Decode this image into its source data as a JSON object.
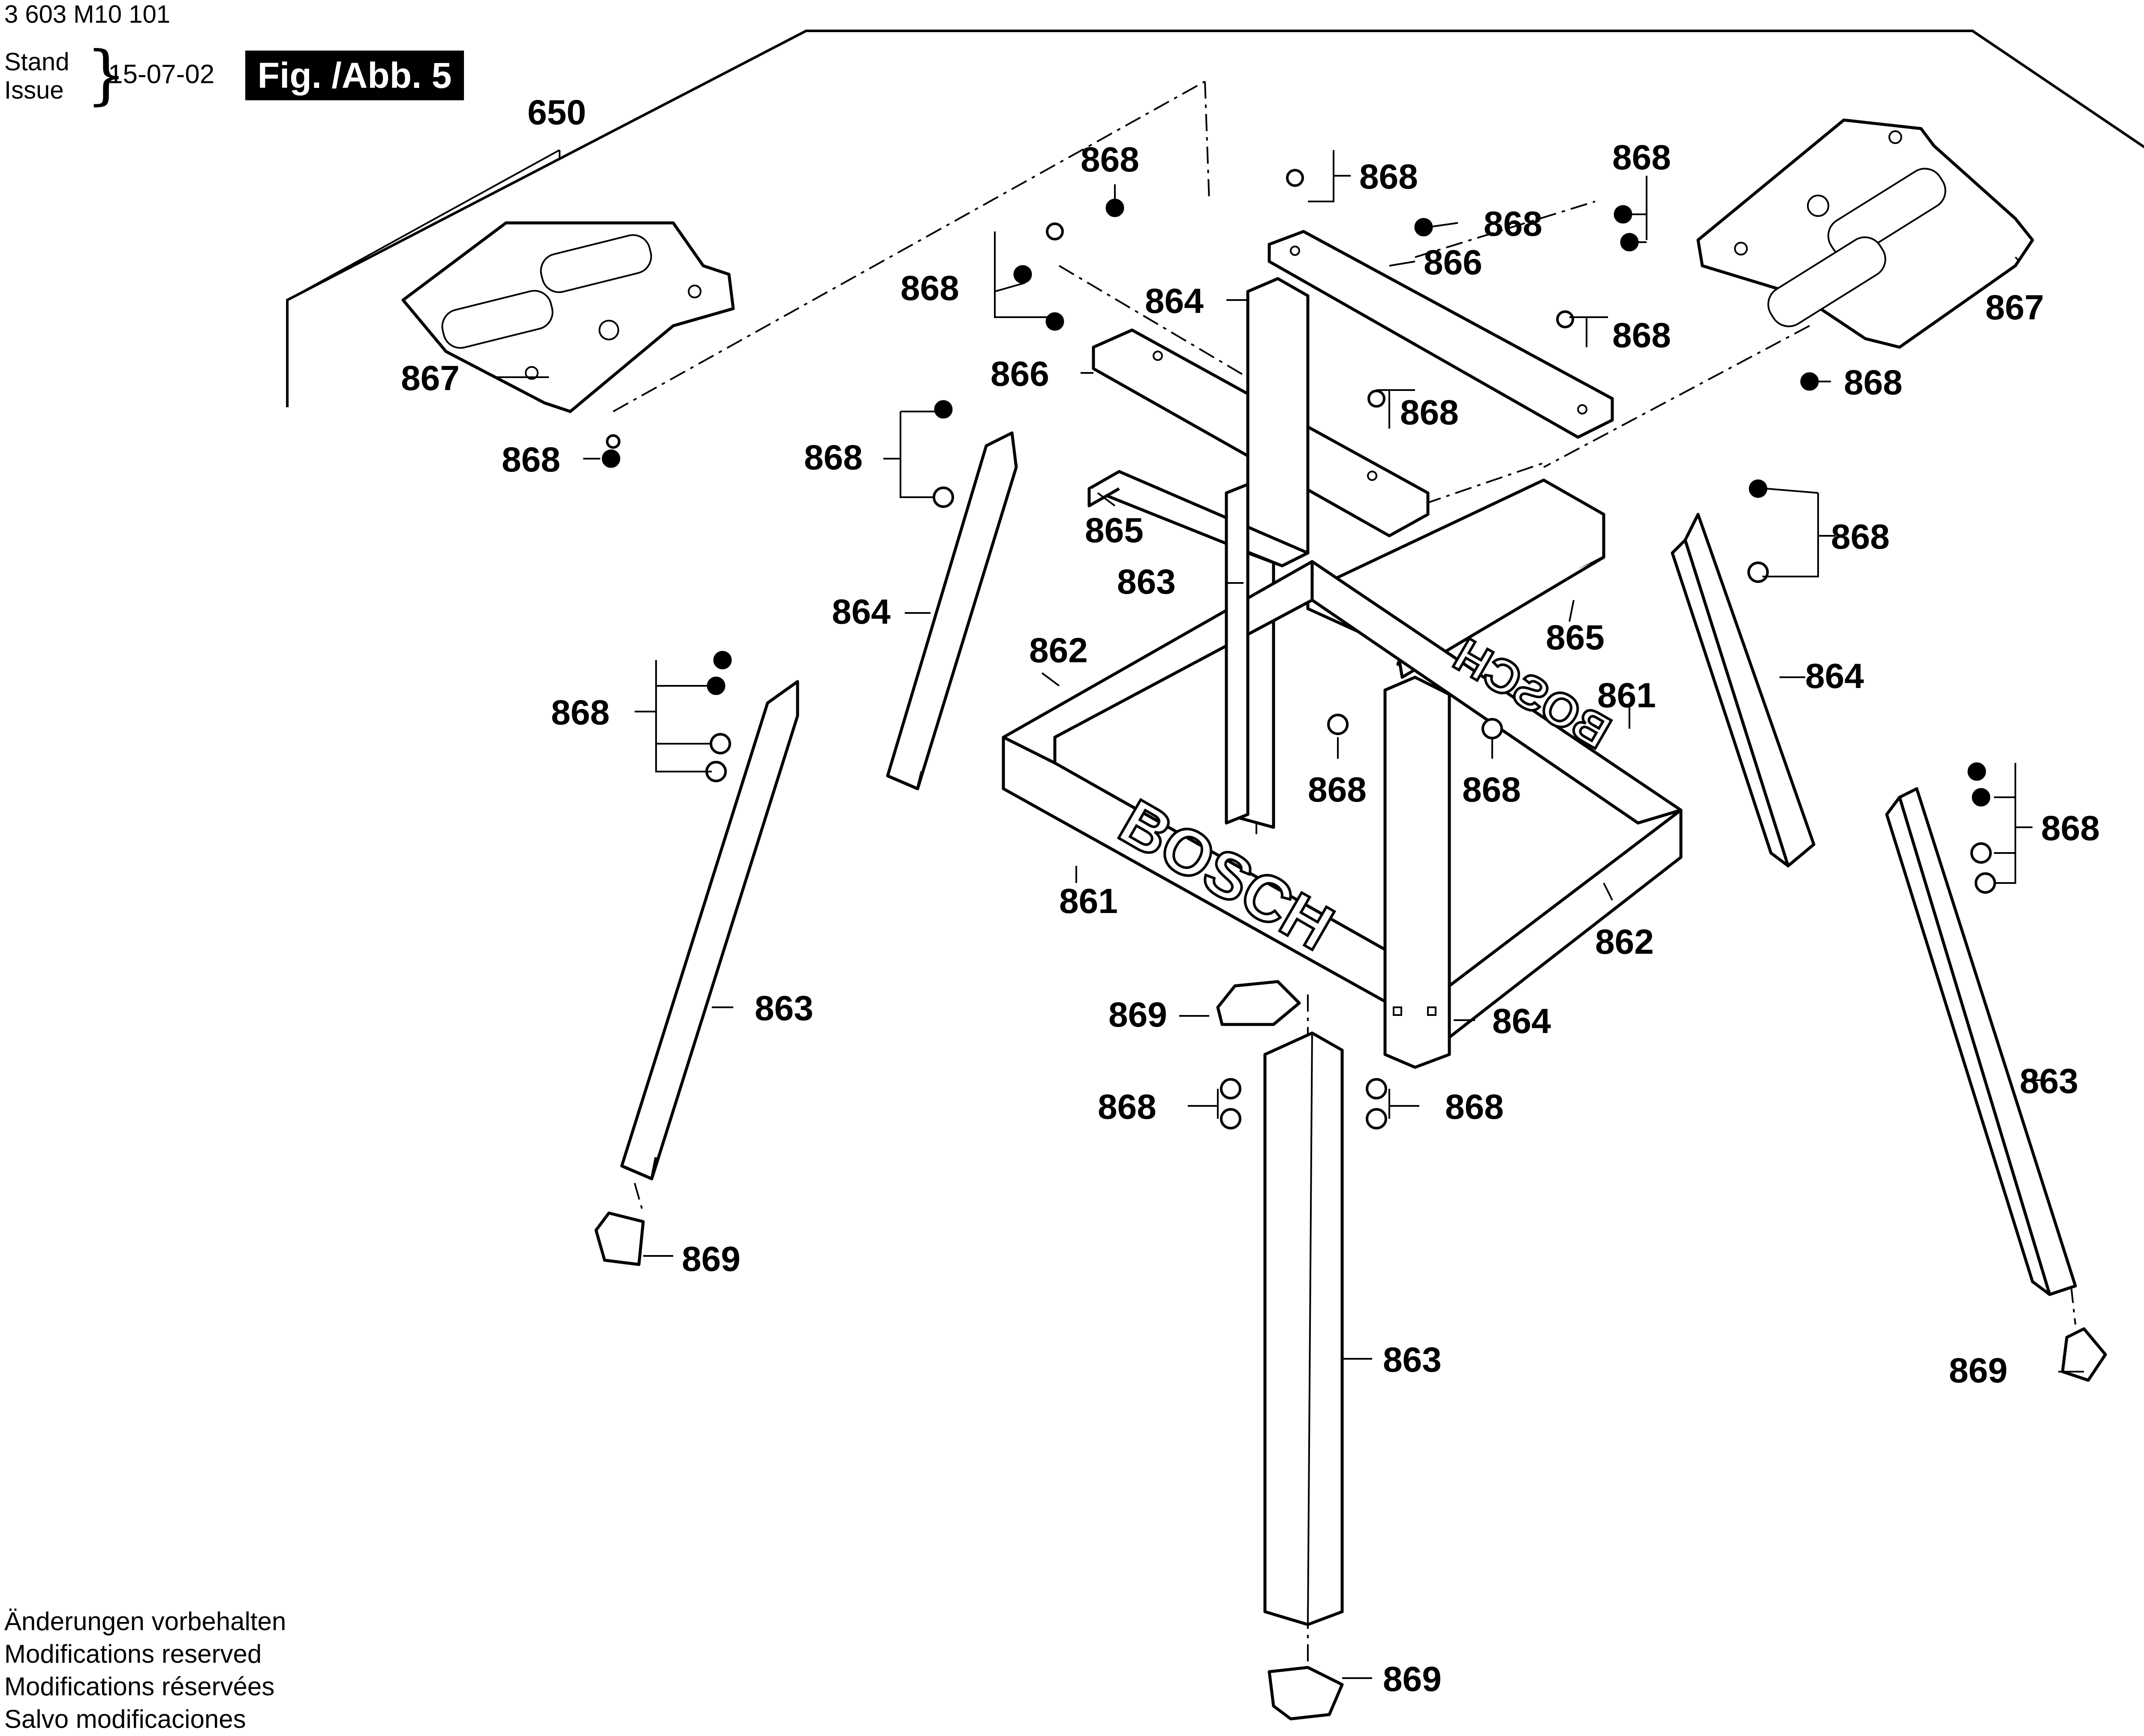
{
  "header": {
    "doc_number": "3 603 M10 101",
    "stand_label": "Stand",
    "issue_label": "Issue",
    "date": "15-07-02",
    "fig_label": "Fig. /Abb. 5"
  },
  "parts": {
    "p650": "650",
    "p861": "861",
    "p862": "862",
    "p863": "863",
    "p864": "864",
    "p865": "865",
    "p866": "866",
    "p867": "867",
    "p868": "868",
    "p869": "869"
  },
  "brand": "BOSCH",
  "notes": [
    "Änderungen vorbehalten",
    "Modifications reserved",
    "Modifications réservées",
    "Salvo modificaciones"
  ]
}
